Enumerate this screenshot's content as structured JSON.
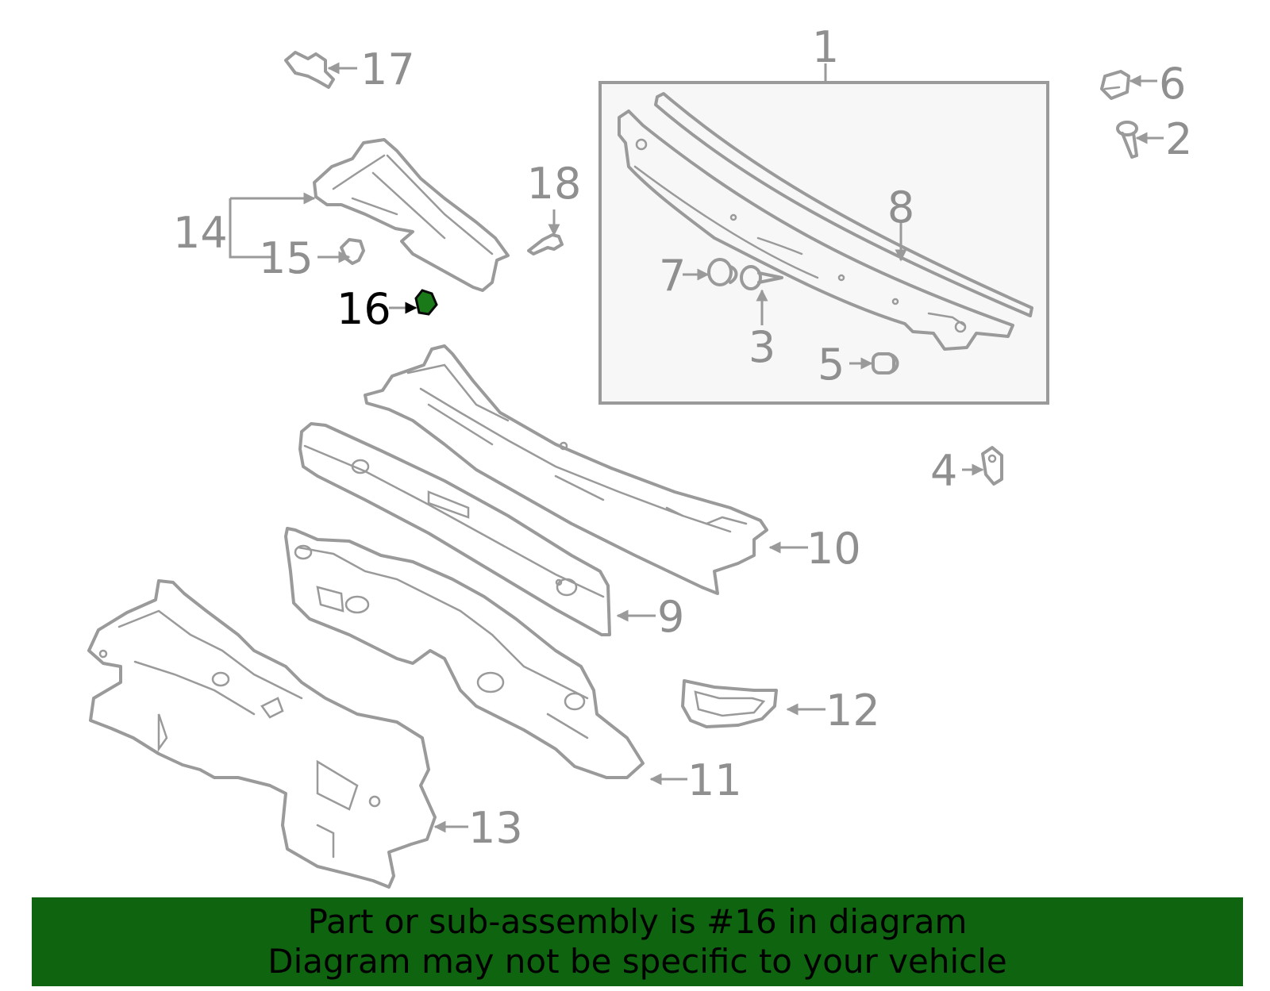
{
  "diagram": {
    "callouts": [
      {
        "id": "1",
        "label": "1"
      },
      {
        "id": "2",
        "label": "2"
      },
      {
        "id": "3",
        "label": "3"
      },
      {
        "id": "4",
        "label": "4"
      },
      {
        "id": "5",
        "label": "5"
      },
      {
        "id": "6",
        "label": "6"
      },
      {
        "id": "7",
        "label": "7"
      },
      {
        "id": "8",
        "label": "8"
      },
      {
        "id": "9",
        "label": "9"
      },
      {
        "id": "10",
        "label": "10"
      },
      {
        "id": "11",
        "label": "11"
      },
      {
        "id": "12",
        "label": "12"
      },
      {
        "id": "13",
        "label": "13"
      },
      {
        "id": "14",
        "label": "14"
      },
      {
        "id": "15",
        "label": "15"
      },
      {
        "id": "16",
        "label": "16"
      },
      {
        "id": "17",
        "label": "17"
      },
      {
        "id": "18",
        "label": "18"
      }
    ],
    "highlighted_part": "16",
    "colors": {
      "line": "#9a9a9a",
      "highlight_part": "#1a7a1a",
      "highlight_label": "#000000",
      "assembly_box_fill": "#f7f7f7",
      "banner_bg": "#0f640f"
    }
  },
  "banner": {
    "line1": "Part or sub-assembly is #16 in diagram",
    "line2": "Diagram may not be specific to your vehicle"
  }
}
